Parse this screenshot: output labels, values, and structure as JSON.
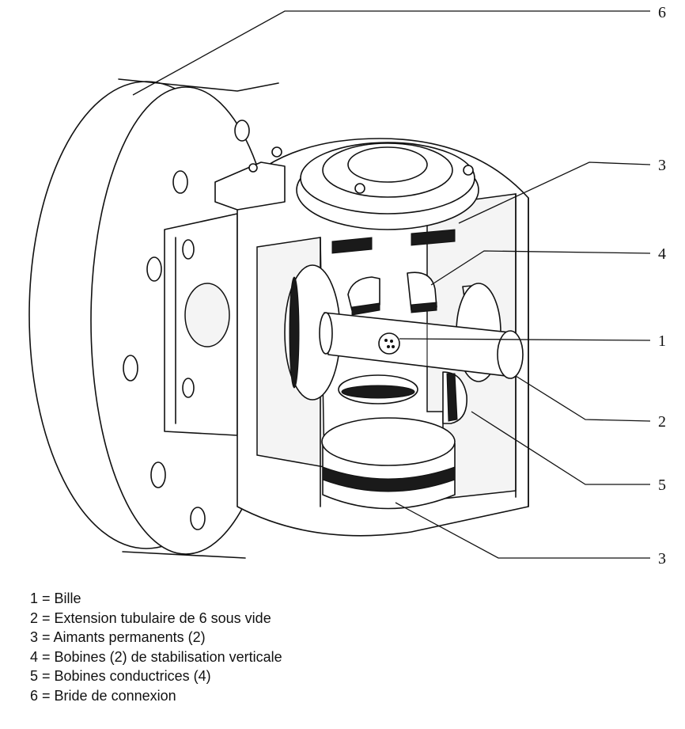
{
  "callouts": [
    {
      "id": "c6a",
      "label": "6"
    },
    {
      "id": "c3a",
      "label": "3"
    },
    {
      "id": "c4",
      "label": "4"
    },
    {
      "id": "c1",
      "label": "1"
    },
    {
      "id": "c2",
      "label": "2"
    },
    {
      "id": "c5",
      "label": "5"
    },
    {
      "id": "c3b",
      "label": "3"
    }
  ],
  "legend": [
    "1 = Bille",
    "2 = Extension tubulaire de 6 sous vide",
    "3 = Aimants permanents (2)",
    "4 = Bobines (2) de stabilisation verticale",
    "5 = Bobines conductrices (4)",
    "6 = Bride de connexion"
  ]
}
